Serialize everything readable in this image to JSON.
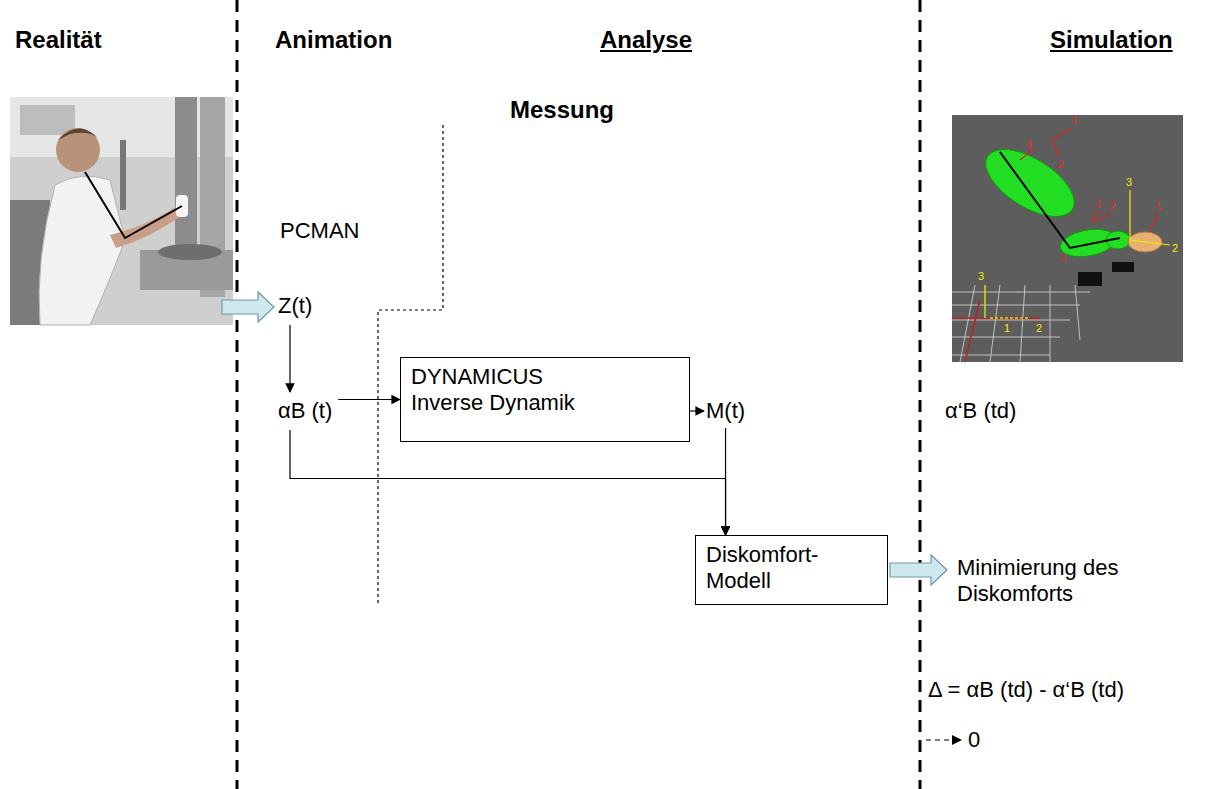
{
  "diagram": {
    "nodes": [
      {
        "text": [
          "Z(t)"
        ]
      },
      {
        "text": [
          "αB (t)"
        ]
      },
      {
        "text": [
          "DYNAMICUS Inverse Dynamik"
        ]
      },
      {
        "text": [
          "M(t)"
        ]
      },
      {
        "text": [
          "Diskomfort- Modell"
        ]
      },
      {
        "text": [
          "Minimierung des Diskomforts"
        ]
      }
    ],
    "edges": [
      {
        "from": 0,
        "to": 1,
        "arrow": "to"
      },
      {
        "from": 1,
        "to": 2,
        "arrow": "to"
      },
      {
        "from": 2,
        "to": 3,
        "arrow": "to"
      },
      {
        "from": 3,
        "to": 4,
        "arrow": "to"
      },
      {
        "from": 1,
        "to": 4,
        "arrow": "to"
      },
      {
        "from": 4,
        "to": 5,
        "arrow": "to"
      }
    ],
    "labels": [
      "Realität",
      "Animation",
      "Analyse",
      "Simulation",
      "Messung",
      "PCMAN",
      "α‘B (td)",
      "Δ = αB (td) - α‘B (td)",
      "0",
      "3",
      "1",
      "2",
      "1",
      "2",
      "1",
      "3",
      "3",
      "2",
      "3",
      "1",
      "2"
    ]
  }
}
